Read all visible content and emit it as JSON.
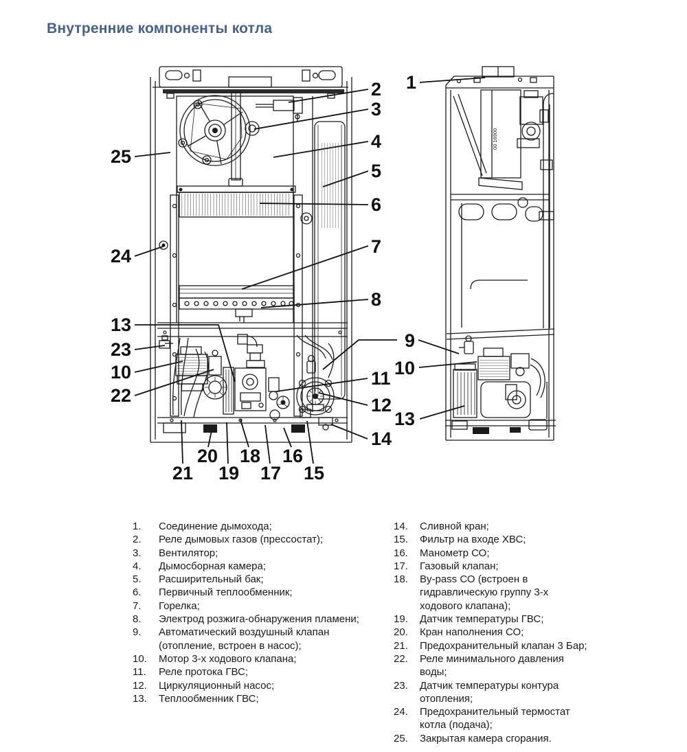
{
  "title": "Внутренние компоненты котла",
  "colors": {
    "title_blue": "#47618f",
    "drawing_line": "#1b1b1b"
  },
  "figure": {
    "side_label": "00 16900",
    "callouts": [
      "2",
      "3",
      "4",
      "5",
      "6",
      "7",
      "8",
      "11",
      "12",
      "14",
      "25",
      "24",
      "13",
      "23",
      "10",
      "22",
      "21",
      "20",
      "19",
      "18",
      "17",
      "16",
      "15",
      "1",
      "9",
      "10",
      "13"
    ]
  },
  "legend": {
    "items": [
      {
        "num": "1.",
        "text": "Соединение дымохода;"
      },
      {
        "num": "2.",
        "text": "Реле дымовых газов (прессостат);"
      },
      {
        "num": "3.",
        "text": "Вентилятор;"
      },
      {
        "num": "4.",
        "text": "Дымосборная камера;"
      },
      {
        "num": "5.",
        "text": "Расширительный бак;"
      },
      {
        "num": "6.",
        "text": "Первичный теплообменник;"
      },
      {
        "num": "7.",
        "text": "Горелка;"
      },
      {
        "num": "8.",
        "text": "Электрод розжига-обнаружения пламени;"
      },
      {
        "num": "9.",
        "text": "Автоматический воздушный клапан (отопление, встроен в насос);"
      },
      {
        "num": "10.",
        "text": "Мотор 3-х ходового клапана;"
      },
      {
        "num": "11.",
        "text": "Реле протока ГВС;"
      },
      {
        "num": "12.",
        "text": "Циркуляционный насос;"
      },
      {
        "num": "13.",
        "text": "Теплообменник ГВС;"
      },
      {
        "num": "14.",
        "text": "Сливной кран;"
      },
      {
        "num": "15.",
        "text": "Фильтр на входе ХВС;"
      },
      {
        "num": "16.",
        "text": "Манометр СО;"
      },
      {
        "num": "17.",
        "text": "Газовый клапан;"
      },
      {
        "num": "18.",
        "text": "By-pass СО (встроен в гидравлическую группу 3-х ходового клапана);"
      },
      {
        "num": "19.",
        "text": "Датчик температуры ГВС;"
      },
      {
        "num": "20.",
        "text": "Кран наполнения СО;"
      },
      {
        "num": "21.",
        "text": "Предохранительный клапан 3 Бар;"
      },
      {
        "num": "22.",
        "text": "Реле минимального давления воды;"
      },
      {
        "num": "23.",
        "text": "Датчик температуры контура отопления;"
      },
      {
        "num": "24.",
        "text": "Предохранительный термостат котла (подача);"
      },
      {
        "num": "25.",
        "text": "Закрытая камера сгорания."
      }
    ]
  }
}
